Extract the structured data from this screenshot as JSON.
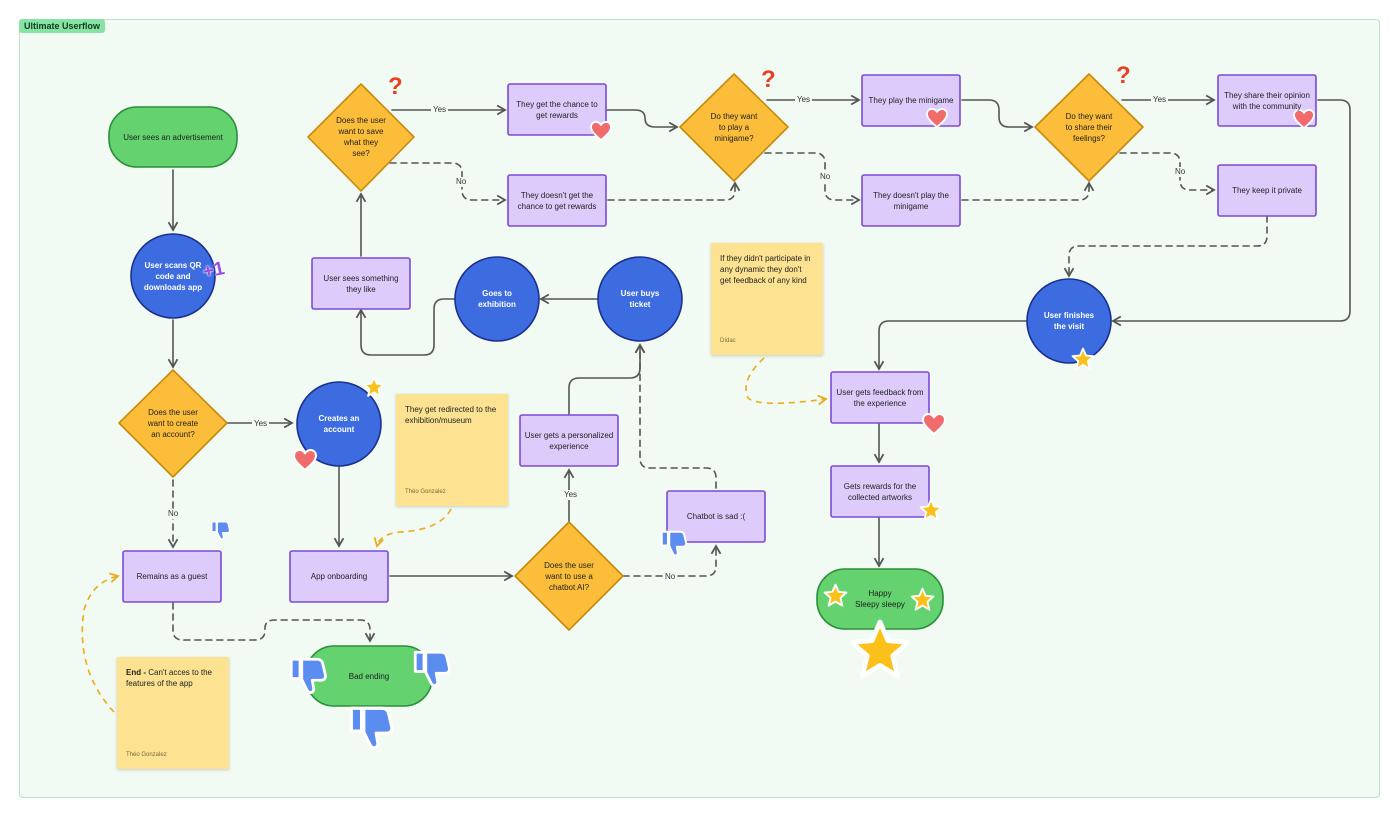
{
  "frame": {
    "title": "Ultimate Userflow"
  },
  "colors": {
    "terminal": "#63d26f",
    "process": "#dccbfb",
    "process_border": "#7b4bd6",
    "decision": "#fbbd3a",
    "circle": "#3d6ce0",
    "note": "#fde291"
  },
  "nodes": {
    "start": "User sees an advertisement",
    "scan": "User scans QR code and downloads app",
    "decide_account": "Does the user want to create an account?",
    "create_account": "Creates an account",
    "guest": "Remains as a guest",
    "onboarding": "App onboarding",
    "bad_ending": "Bad ending",
    "decide_chatbot": "Does the user want to use a chatbot AI?",
    "personalized": "User gets a personalized experience",
    "chatbot_sad": "Chatbot is sad :(",
    "buys_ticket": "User buys ticket",
    "goes_exhibition": "Goes to exhibition",
    "sees_something": "User sees something they like",
    "decide_save": "Does the user want to save what they see?",
    "chance_rewards": "They get the chance to get rewards",
    "no_chance_rewards": "They doesn't get the chance to get rewards",
    "decide_minigame": "Do they want to play a minigame?",
    "play_minigame": "They play the minigame",
    "no_minigame": "They doesn't  play the minigame",
    "decide_feelings": "Do they want to share their feelings?",
    "share_opinion": "They share their opinion with the community",
    "keep_private": "They keep it private",
    "finishes_visit": "User finishes the visit",
    "feedback": "User gets feedback from the experience",
    "rewards_artworks": "Gets rewards for the collected artworks",
    "happy": "Happy\nSleepy sleepy"
  },
  "edge_labels": {
    "yes": "Yes",
    "no": "No"
  },
  "notes": {
    "redirect": {
      "text": "They get redirected to the exhibition/museum",
      "author": "Théo Gonzalez"
    },
    "end": {
      "bold": "End -",
      "text": " Can't acces to the features of the app",
      "author": "Théo Gonzalez"
    },
    "no_feedback": {
      "text": "If they didn't participate in any dynamic they don't get feedback of any kind",
      "author": "Dídac"
    }
  },
  "stickers": {
    "question": "?",
    "plus_one": "+1"
  }
}
